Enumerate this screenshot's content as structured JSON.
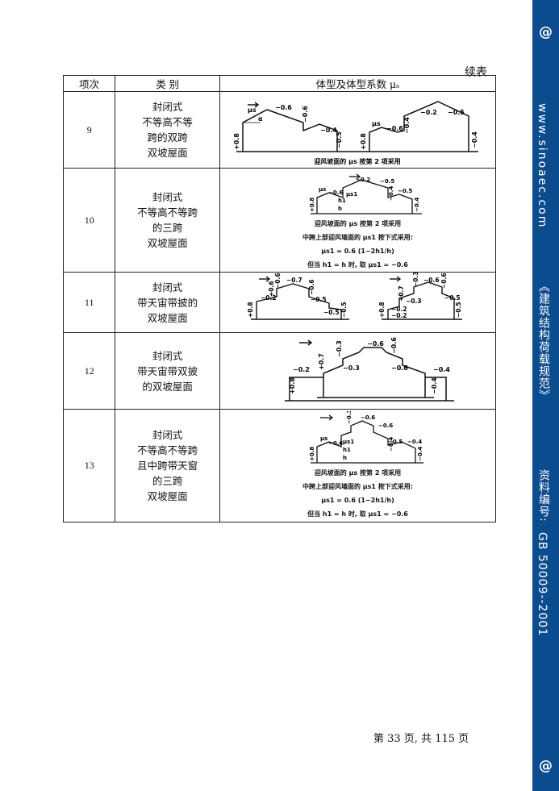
{
  "sidebar": {
    "at_top": "@",
    "url": "www.sinoaec.com",
    "book_title": "《建筑结构荷载规范》",
    "code_label": "资料编号:",
    "code_value": "GB 50009--2001",
    "at_bottom": "@"
  },
  "continue_label": "续表",
  "table": {
    "headers": [
      "项次",
      "类  别",
      "体型及体型系数 μₛ"
    ],
    "rows": [
      {
        "num": "9",
        "category": [
          "封闭式",
          "不等高不等",
          "跨的双跨",
          "双坡屋面"
        ],
        "labels": [
          "μs",
          "α",
          "−0.6",
          "+0.8",
          "−0.6",
          "−0.4",
          "−0.5",
          "−0.2",
          "−0.5",
          "+0.8",
          "−0.6",
          "−0.4",
          "μs",
          "−0.4"
        ],
        "notes": [
          "迎风坡面的 μs 按第 2 项采用"
        ]
      },
      {
        "num": "10",
        "category": [
          "封闭式",
          "不等高不等跨",
          "的三跨",
          "双坡屋面"
        ],
        "labels": [
          "μs",
          "−0.6",
          "−0.2",
          "−0.5",
          "+0.8",
          "h1",
          "h",
          "−0.4",
          "−0.5",
          "μs1",
          "−0.4"
        ],
        "notes": [
          "迎风坡面的 μs 按第 2 项采用",
          "中跨上部迎风墙面的 μs1 按下式采用:",
          "μs1 = 0.6 (1−2h1/h)",
          "但当 h1 = h 时, 取 μs1 = −0.6"
        ]
      },
      {
        "num": "11",
        "category": [
          "封闭式",
          "带天宙带披的",
          "双坡屋面"
        ],
        "labels": [
          "−0.6",
          "−0.7",
          "−0.2",
          "+0.6",
          "−0.5",
          "−0.6",
          "+0.8",
          "−0.5",
          "−0.5",
          "−0.2",
          "+0.7",
          "−0.3",
          "−0.6",
          "−0.6",
          "−0.3",
          "−0.5",
          "+0.8",
          "−0.2",
          "−0.5"
        ],
        "notes": []
      },
      {
        "num": "12",
        "category": [
          "封闭式",
          "带天宙带双披",
          "的双坡屋面"
        ],
        "labels": [
          "−0.3",
          "−0.6",
          "−0.6",
          "+0.7",
          "−0.3",
          "−0.6",
          "−0.2",
          "−0.4",
          "+0.8",
          "−0.4"
        ],
        "notes": []
      },
      {
        "num": "13",
        "category": [
          "封闭式",
          "不等高不等跨",
          "且中跨带天窗",
          "的三跨",
          "双坡屋面"
        ],
        "labels": [
          "−0.3",
          "−0.6",
          "−0.6",
          "μs",
          "−0.6",
          "−0.5",
          "−0.4",
          "+0.8",
          "h1",
          "h",
          "μs1",
          "−0.4",
          "−0.4"
        ],
        "notes": [
          "迎风坡面的 μs 按第 2 项采用",
          "中跨上部迎风墙面的 μs1 按下式采用:",
          "μs1 = 0.6 (1−2h1/h)",
          "但当 h1 = h 时, 取 μs1 = −0.6"
        ]
      }
    ]
  },
  "page_number": "第 33 页, 共 115 页"
}
